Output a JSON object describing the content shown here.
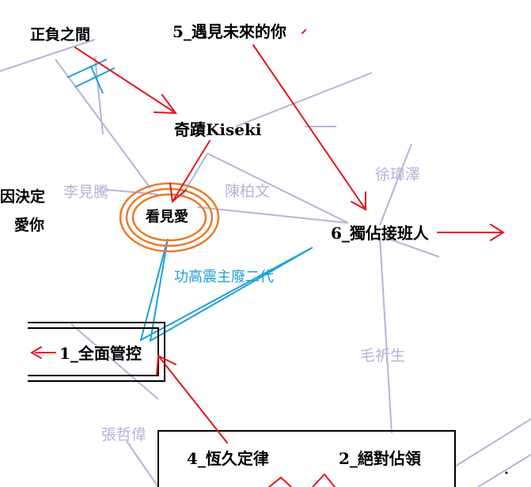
{
  "nodes": {
    "zhengfu": "正負之間",
    "yujian": "5_遇見未來的你",
    "qiji": "奇蹟Kiseki",
    "yinjueding": "因決定",
    "aini": "愛你",
    "kanjianai": "看見愛",
    "duzhan": "6_獨佔接班人",
    "quanmian": "1_全面管控",
    "hengjiu": "4_恆久定律",
    "juedui": "2_絕對佔領"
  },
  "people": {
    "lijianteng": "李見騰",
    "chenbowen": "陳柏文",
    "xuweize": "徐瑋澤",
    "maoqisheng": "毛祈生",
    "zhangzhewei": "張哲偉"
  },
  "annotations": {
    "gaozhen": "功高震主廢二代"
  },
  "colors": {
    "red_arrow": "#e8141c",
    "blue_line": "#1ea0d8",
    "gray_line": "#b4b4d8",
    "orange_ring": "#ec7a2a"
  }
}
